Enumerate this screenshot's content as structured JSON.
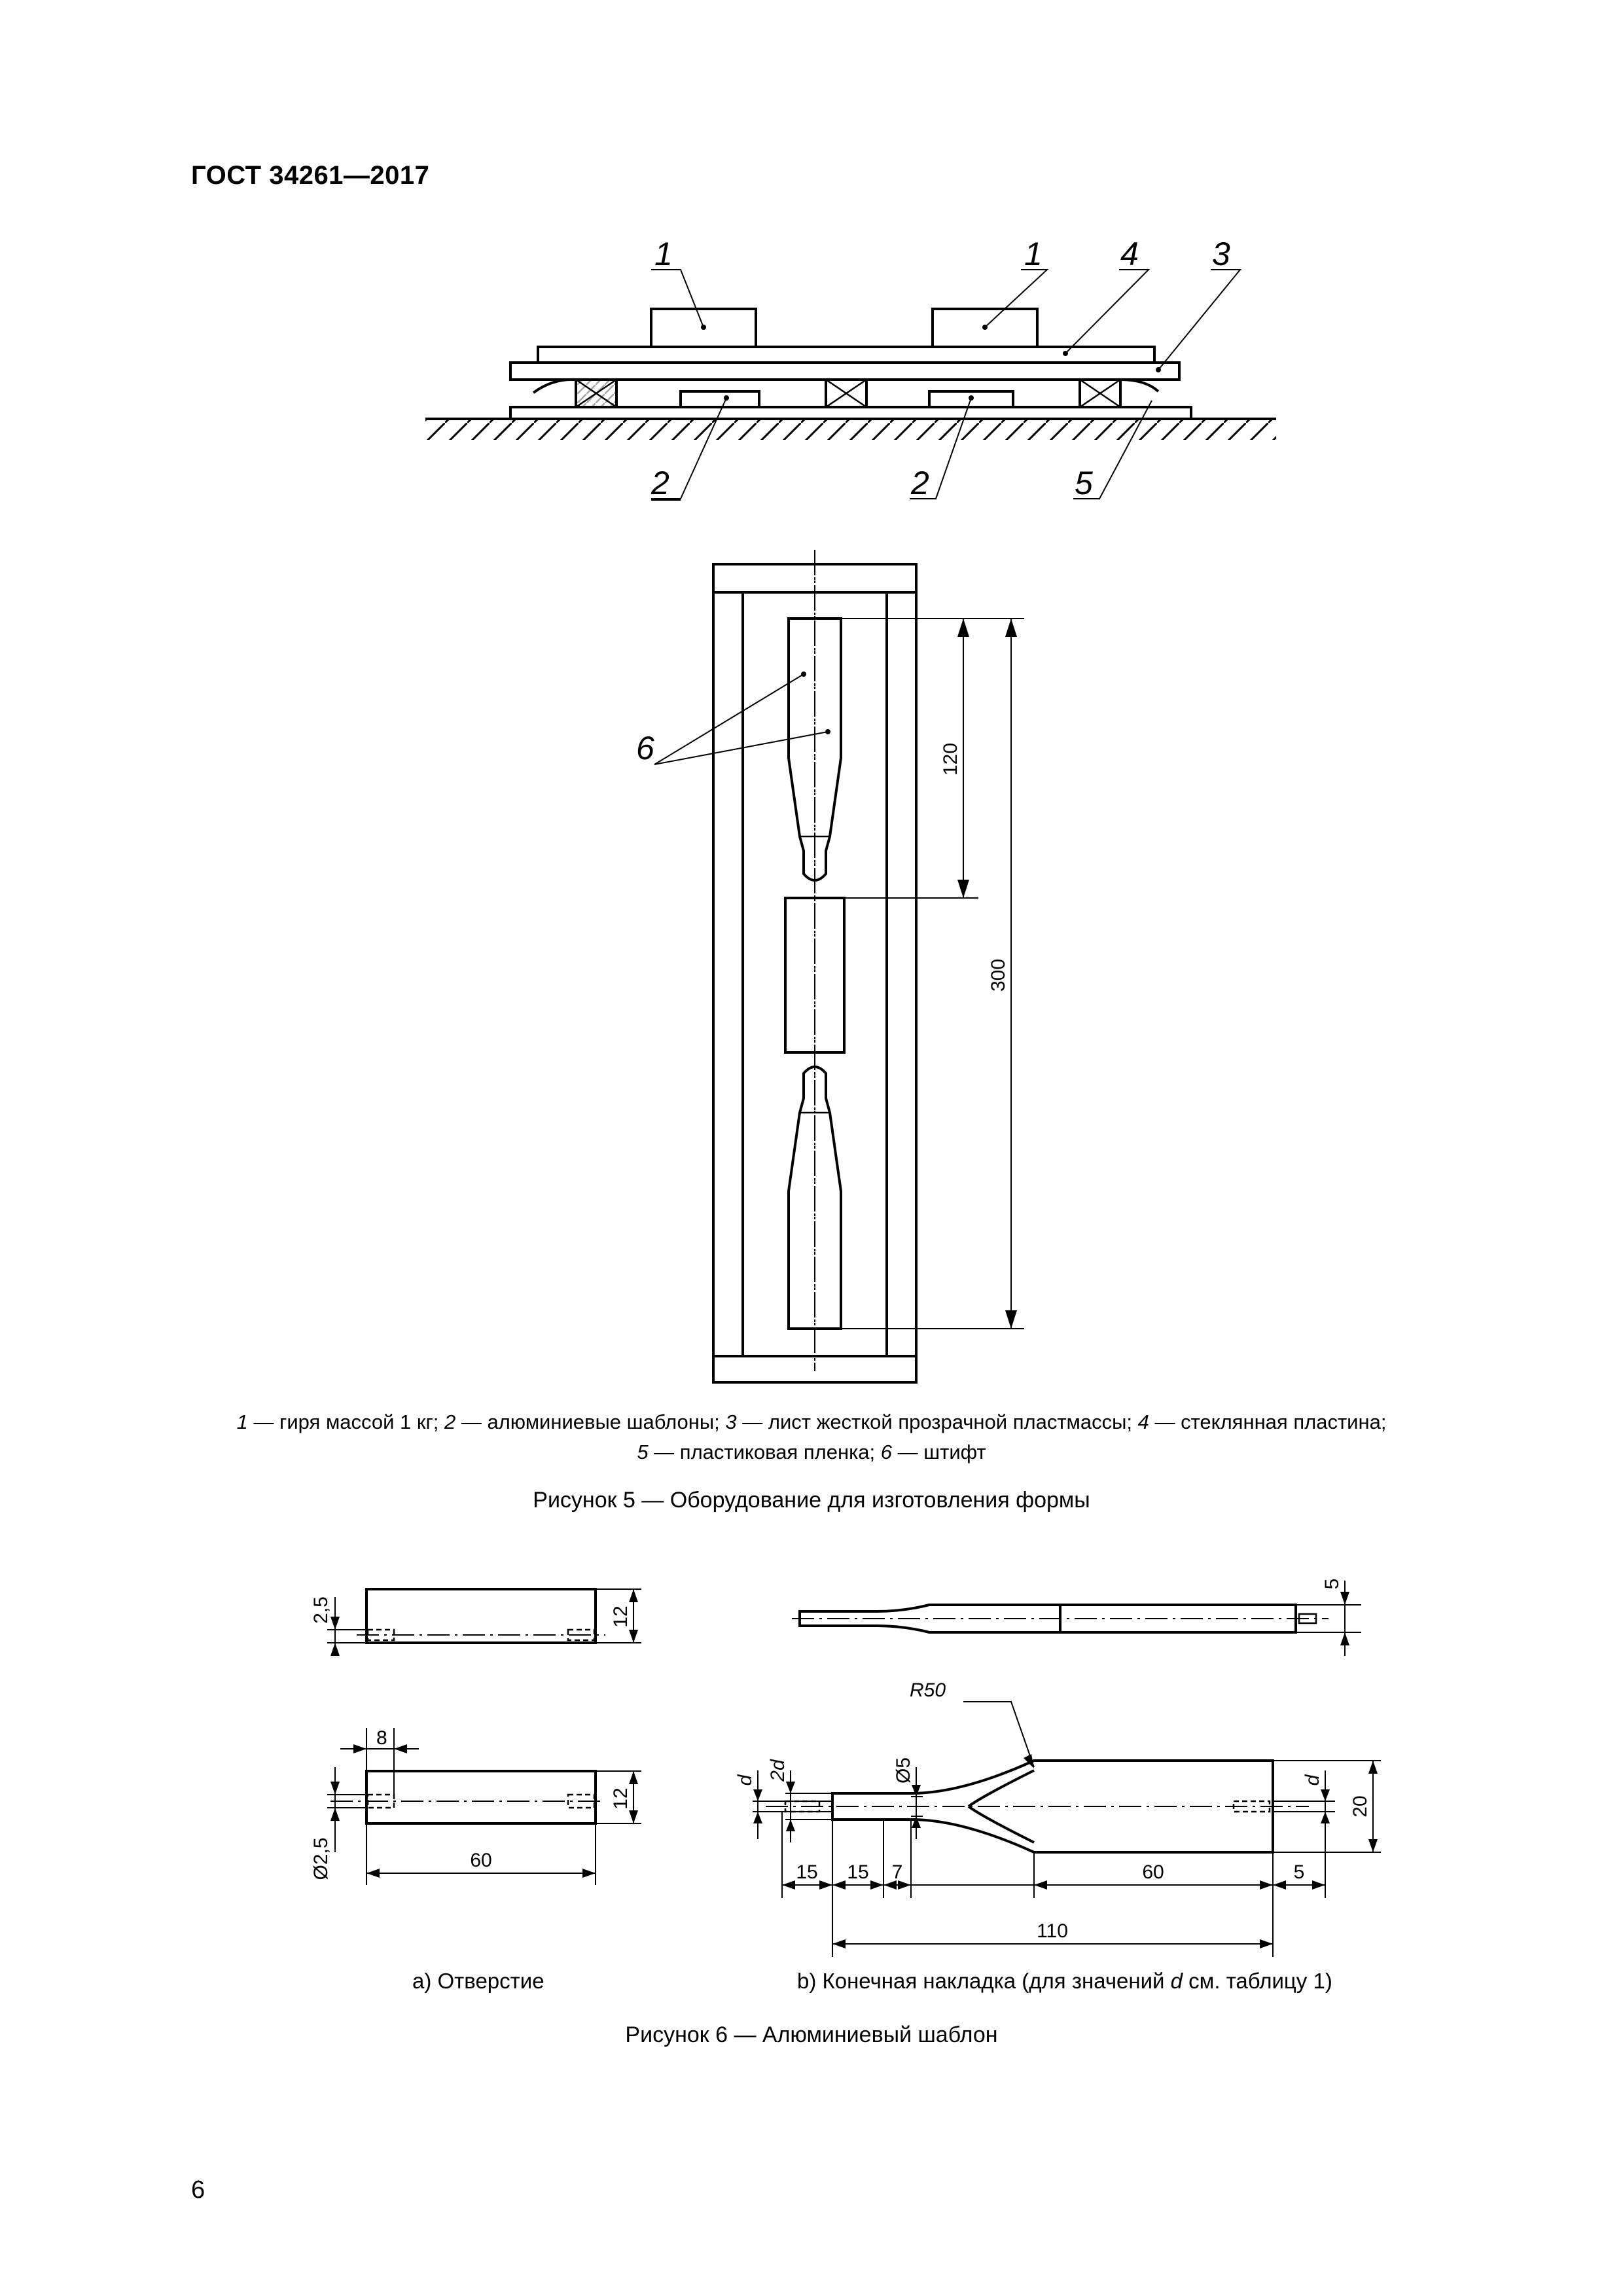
{
  "header": {
    "standard": "ГОСТ 34261—2017"
  },
  "figure5": {
    "callouts": {
      "weight": "1",
      "template": "2",
      "plastic_sheet": "3",
      "glass_plate": "4",
      "film": "5",
      "pin": "6"
    },
    "dims": {
      "d120": "120",
      "d300": "300"
    },
    "legend_parts": [
      {
        "n": "1",
        "t": " — гиря массой 1 кг; "
      },
      {
        "n": "2",
        "t": " — алюминиевые шаблоны; "
      },
      {
        "n": "3",
        "t": " — лист жесткой прозрачной пластмассы; "
      },
      {
        "n": "4",
        "t": " — стеклянная пластина;"
      },
      {
        "n": "5",
        "t": " — пластиковая пленка; "
      },
      {
        "n": "6",
        "t": " — штифт"
      }
    ],
    "caption": "Рисунок 5 — Оборудование для изготовления формы"
  },
  "figure6": {
    "a_dims": {
      "t25": "2,5",
      "w12": "12",
      "w12b": "12",
      "d8": "8",
      "dia25": "Ø2,5",
      "l60": "60"
    },
    "b_dims": {
      "t5": "5",
      "r50": "R50",
      "d": "d",
      "d2": "2d",
      "dia5": "Ø5",
      "d_right": "d",
      "w20": "20",
      "s15a": "15",
      "s15b": "15",
      "s7": "7",
      "s60": "60",
      "s5": "5",
      "s110": "110"
    },
    "label_a": "a) Отверстие",
    "label_b_pre": "b) Конечная накладка (для значений ",
    "label_b_var": "d",
    "label_b_post": " см. таблицу 1)",
    "caption": "Рисунок 6 — Алюминиевый шаблон"
  },
  "page": {
    "number": "6"
  }
}
